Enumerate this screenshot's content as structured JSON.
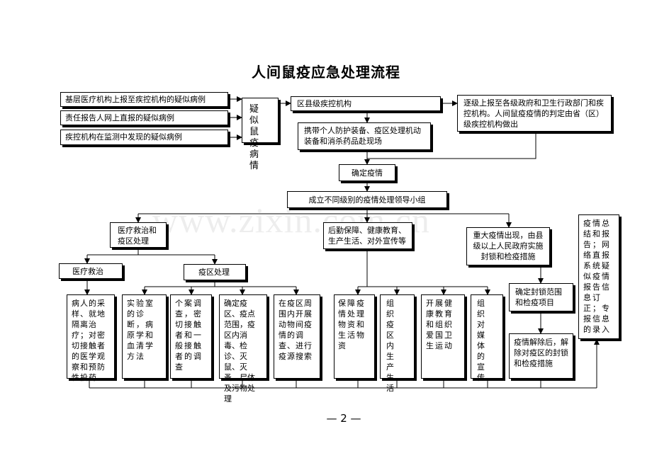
{
  "title": "人间鼠疫应急处理流程",
  "page_number": "— 2 —",
  "watermark": "www.zixin.com.cn",
  "nodes": {
    "report1": "基层医疗机构上报至疾控机构的疑似病例",
    "report2": "责任报告人网上直报的疑似病例",
    "report3": "疾控机构在监测中发现的疑似病例",
    "suspected": "疑似鼠疫病情",
    "county_cdc": "区县级疾控机构",
    "report_up": "逐级上报至各级政府和卫生行政部门和疾控机构。人间鼠疫疫情的判定由省（区）级疾控机构做出",
    "equipment": "携带个人防护装备、疫区处理机动装备和消杀药品赴现场",
    "confirm": "确定疫情",
    "leading_group": "成立不同级别的疫情处理领导小组",
    "medical_and_area": "医疗救治和疫区处理",
    "logistics": "后勤保障、健康教育、生产生活、对外宣传等",
    "major_outbreak": "重大疫情出现，由县级以上人民政府实施封锁和检疫措施",
    "summary": "疫情总结和报告；网络直报系统疑似疫情报告信息订正；专报信息的录入",
    "medical_treatment": "医疗救治",
    "area_treatment": "疫区处理",
    "task_patient": "病人的采样、就地隔离治疗；对密切接触者的医学观察和预防性投药",
    "task_lab": "实验室的诊断，病原学和血清学方法",
    "task_case": "个案调查，密切接触者和一般接触者的调查",
    "task_area": "确定疫区、疫点范围，疫区内消毒、检诊、灭鼠、灭蚤、尸体及污物处理",
    "task_animal": "在疫区周围内开展动物间疫情的调查、进行疫源搜索",
    "task_supply": "保障疫情处理物资和生活物资",
    "task_production": "组织疫区内生产生活",
    "task_health": "开展健康教育和组织爱国卫生运动",
    "task_media": "组织对媒体的宣传",
    "lockdown_scope": "确定封锁范围和检疫项目",
    "lift_lockdown": "疫情解除后，解除对疫区的封锁和检疫措施"
  }
}
